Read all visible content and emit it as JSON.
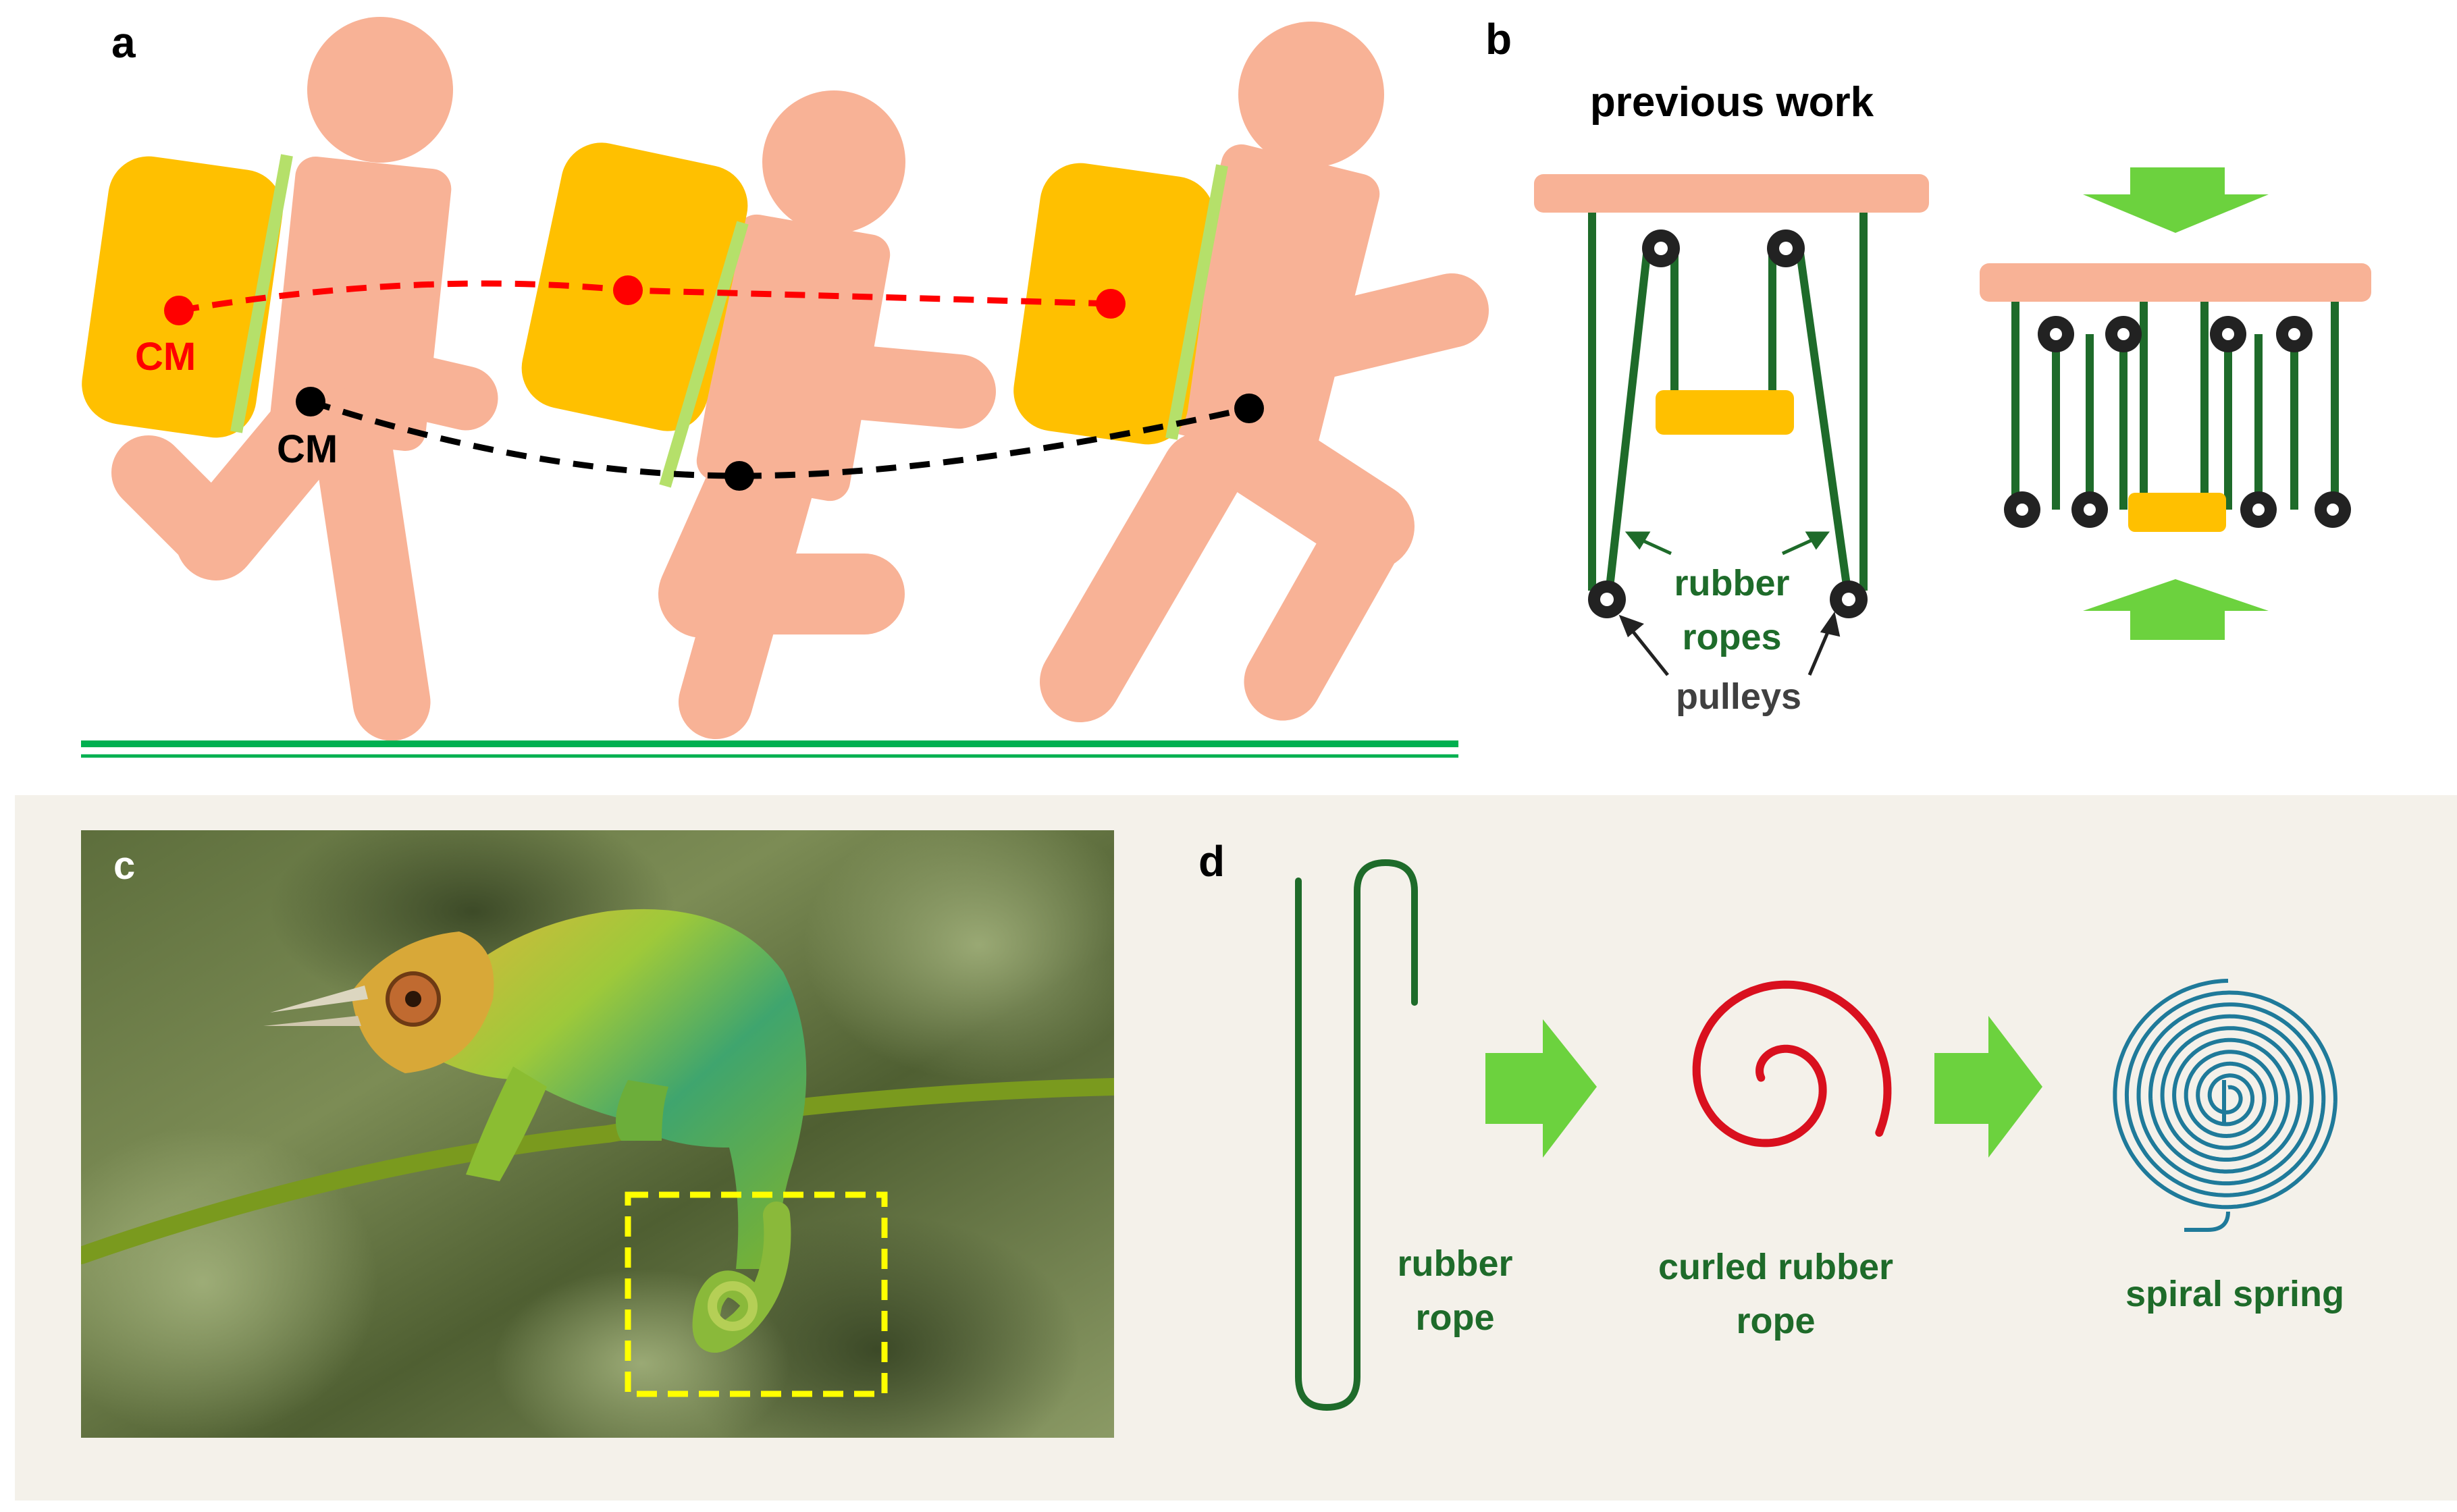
{
  "panels": {
    "a": {
      "label": "a",
      "cm_backpack": "CM",
      "cm_body": "CM"
    },
    "b": {
      "label": "b",
      "title": "previous work",
      "rubber_ropes_line1": "rubber",
      "rubber_ropes_line2": "ropes",
      "pulleys": "pulleys"
    },
    "c": {
      "label": "c"
    },
    "d": {
      "label": "d",
      "rubber_rope_line1": "rubber",
      "rubber_rope_line2": "rope",
      "curled_line1": "curled rubber",
      "curled_line2": "rope",
      "spiral": "spiral spring"
    }
  },
  "colors": {
    "skin": "#f8b296",
    "backpack": "#ffc000",
    "strap": "#b5e06a",
    "cm_backpack": "#ff0000",
    "cm_body": "#000000",
    "ground": "#00b050",
    "rope": "#1e6b2a",
    "arrow": "#6cd23e",
    "curl": "#d9101e",
    "spiral": "#1f7a9a",
    "panel_bg": "#f4f1ea",
    "label_green": "#1e6b2a",
    "label_gray": "#404040"
  }
}
